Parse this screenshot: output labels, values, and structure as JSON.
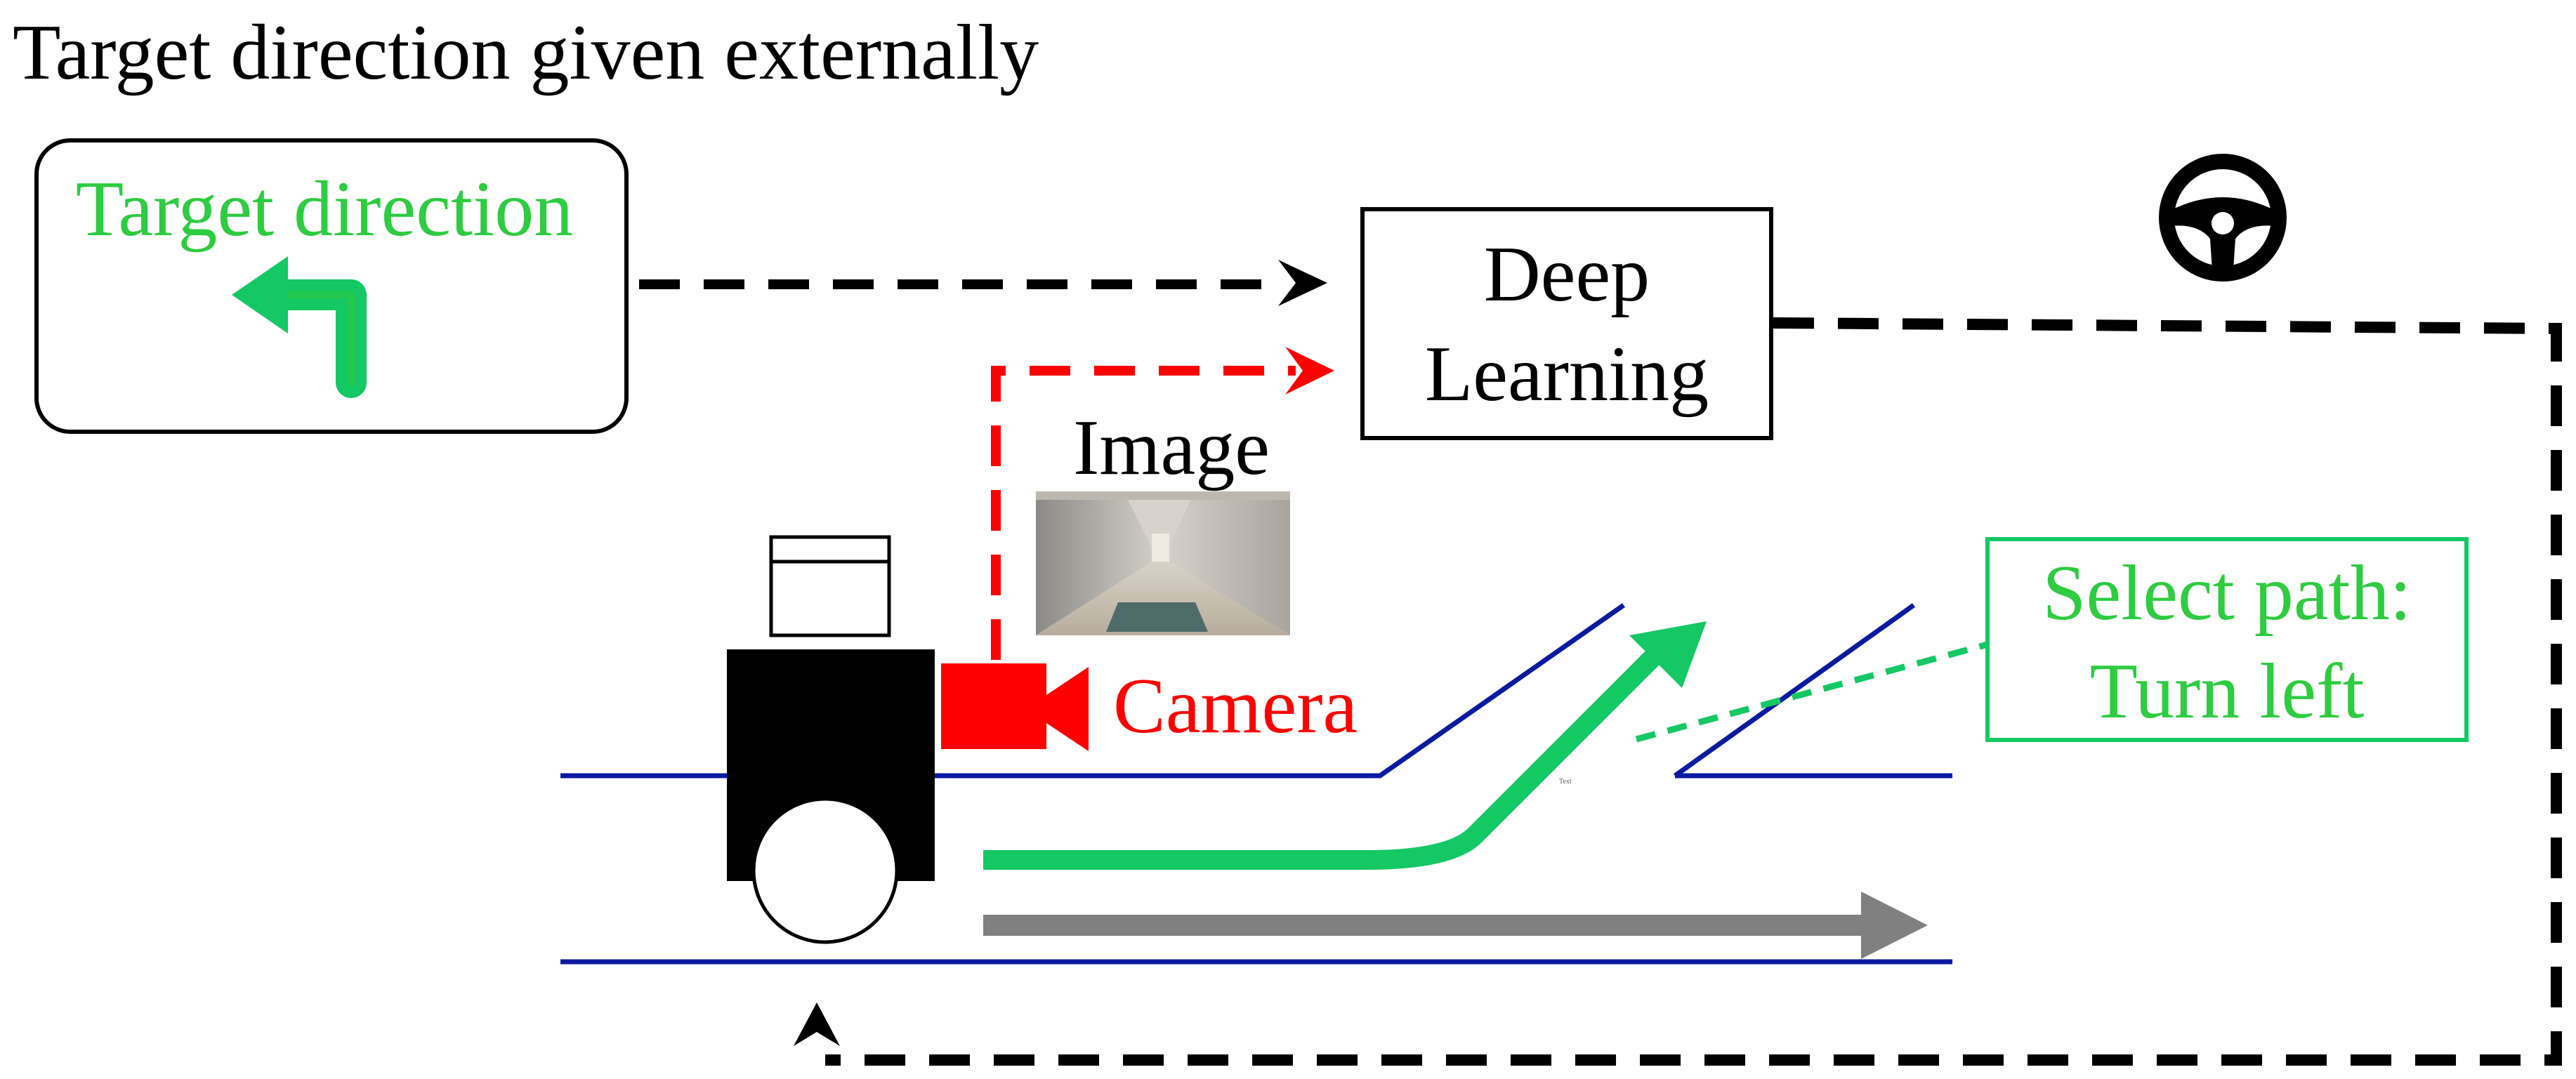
{
  "title": "Target direction given externally",
  "target_box": {
    "label": "Target direction",
    "arrow_icon": "turn-left-arrow-icon"
  },
  "deep_learning": {
    "line1": "Deep",
    "line2": "Learning"
  },
  "steering_icon": "steering-wheel-icon",
  "image_label": "Image",
  "camera_label": "Camera",
  "select_path": {
    "line1": "Select path:",
    "line2": "Turn left"
  },
  "tiny_text": "Text",
  "colors": {
    "green_text": "#2ecc40",
    "path_green": "#14c864",
    "red": "#ff0000",
    "lane_blue": "#0a1aa0",
    "gray_path": "#808080",
    "black": "#000000"
  }
}
